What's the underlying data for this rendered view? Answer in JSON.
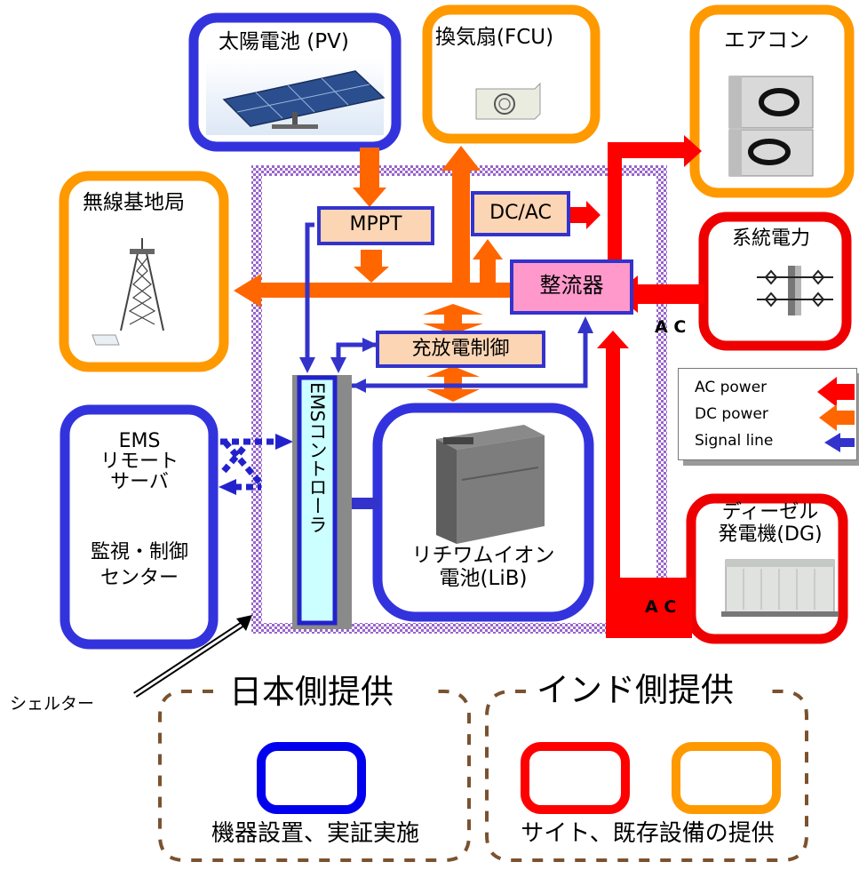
{
  "colors": {
    "ac_power": "#ff0000",
    "dc_power": "#ff6600",
    "signal": "#3333cc",
    "japan_frame": "#0000ee",
    "india_site_frame": "#ff0000",
    "india_existing_frame": "#ff9900",
    "shelter_dots": "#9966cc",
    "box_fill": "#fcd5b4",
    "rectifier_fill": "#ff99cc",
    "ems_fill": "#ccffff",
    "border_brown": "#7a5230"
  },
  "devices": {
    "pv": "太陽電池 (PV)",
    "fcu": "換気扇(FCU)",
    "aircon": "エアコン",
    "bts": "無線基地局",
    "grid": "系統電力",
    "dg_line1": "ディーゼル",
    "dg_line2": "発電機(DG)",
    "lib_line1": "リチワムイオン",
    "lib_line2": "電池(LiB)",
    "ems_server_lines": [
      "EMS",
      "リモート",
      "サーバ"
    ],
    "center_lines": [
      "監視・制御",
      "センター"
    ]
  },
  "components": {
    "mppt": "MPPT",
    "dcac": "DC/AC",
    "rectifier": "整流器",
    "charge_control": "充放電制御",
    "ems_controller": "EMSコントローラ"
  },
  "ac_labels": [
    "A C",
    "A C"
  ],
  "shelter_label": "シェルター",
  "legend": [
    {
      "label": "AC power",
      "color": "#ff0000"
    },
    {
      "label": "DC power",
      "color": "#ff6600"
    },
    {
      "label": "Signal line",
      "color": "#3333cc"
    }
  ],
  "provision": {
    "japan": {
      "title": "日本側提供",
      "caption": "機器設置、実証実施"
    },
    "india": {
      "title": "インド側提供",
      "caption": "サイト、既存設備の提供"
    }
  }
}
